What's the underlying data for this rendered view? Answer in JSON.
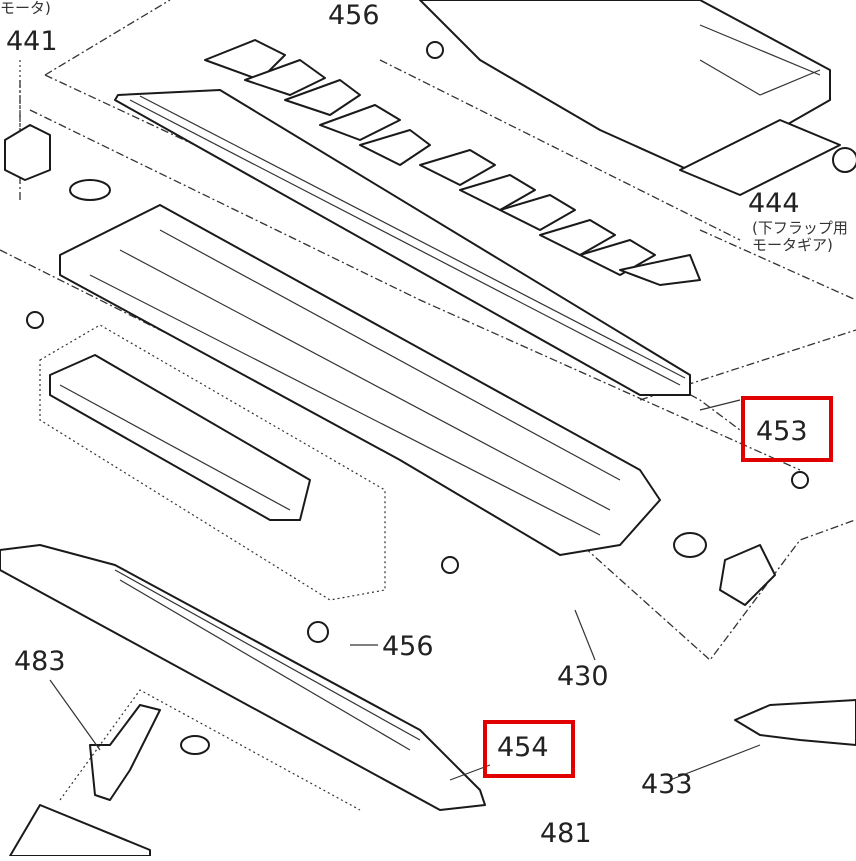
{
  "diagram": {
    "type": "exploded-parts-diagram",
    "part_labels": [
      {
        "id": "441",
        "text": "441"
      },
      {
        "id": "456-top",
        "text": "456"
      },
      {
        "id": "444",
        "text": "444"
      },
      {
        "id": "453",
        "text": "453",
        "highlighted": true
      },
      {
        "id": "456-mid",
        "text": "456"
      },
      {
        "id": "483",
        "text": "483"
      },
      {
        "id": "430",
        "text": "430"
      },
      {
        "id": "454",
        "text": "454",
        "highlighted": true
      },
      {
        "id": "433",
        "text": "433"
      },
      {
        "id": "481",
        "text": "481"
      }
    ],
    "annotation_444": [
      "(下フラップ用",
      "モータギア)"
    ],
    "top_left_fragment": "モータ)",
    "highlight_color": "#e00000"
  }
}
